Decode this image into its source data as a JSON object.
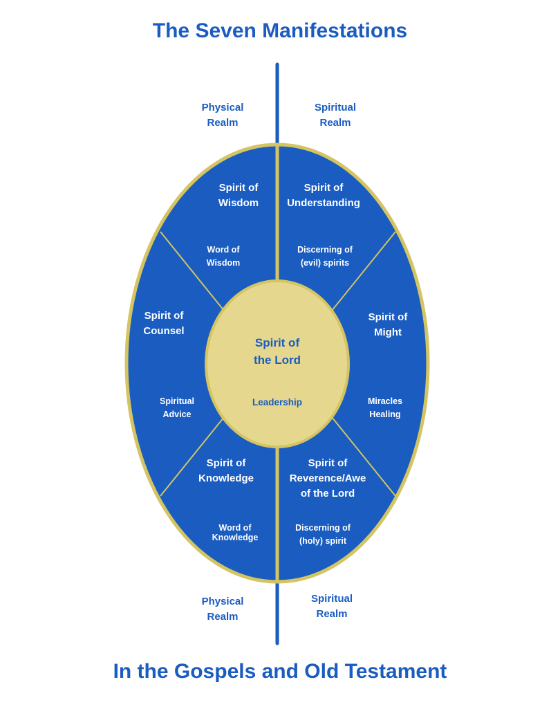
{
  "title": "The Seven Manifestations",
  "subtitle": "In the Gospels and Old Testament",
  "colors": {
    "blue": "#1a5cc0",
    "gold": "#d4c462",
    "center_fill": "#e5d78d",
    "white": "#ffffff"
  },
  "realms": {
    "top_left": {
      "line1": "Physical",
      "line2": "Realm"
    },
    "top_right": {
      "line1": "Spiritual",
      "line2": "Realm"
    },
    "bottom_left": {
      "line1": "Physical",
      "line2": "Realm"
    },
    "bottom_right": {
      "line1": "Spiritual",
      "line2": "Realm"
    }
  },
  "center": {
    "name_line1": "Spirit of",
    "name_line2": "the Lord",
    "gift": "Leadership"
  },
  "segments": {
    "wisdom": {
      "name_line1": "Spirit of",
      "name_line2": "Wisdom",
      "gift_line1": "Word of",
      "gift_line2": "Wisdom"
    },
    "understanding": {
      "name_line1": "Spirit of",
      "name_line2": "Understanding",
      "gift_line1": "Discerning of",
      "gift_line2": "(evil) spirits"
    },
    "counsel": {
      "name_line1": "Spirit of",
      "name_line2": "Counsel",
      "gift_line1": "Spiritual",
      "gift_line2": "Advice"
    },
    "might": {
      "name_line1": "Spirit of",
      "name_line2": "Might",
      "gift_line1": "Miracles",
      "gift_line2": "Healing"
    },
    "knowledge": {
      "name_line1": "Spirit of",
      "name_line2": "Knowledge",
      "gift_line1": "Word of",
      "gift_line2": "Knowledge"
    },
    "reverence": {
      "name_line1": "Spirit of",
      "name_line2": "Reverence/Awe",
      "name_line3": "of the Lord",
      "gift_line1": "Discerning of",
      "gift_line2": "(holy) spirit"
    }
  }
}
